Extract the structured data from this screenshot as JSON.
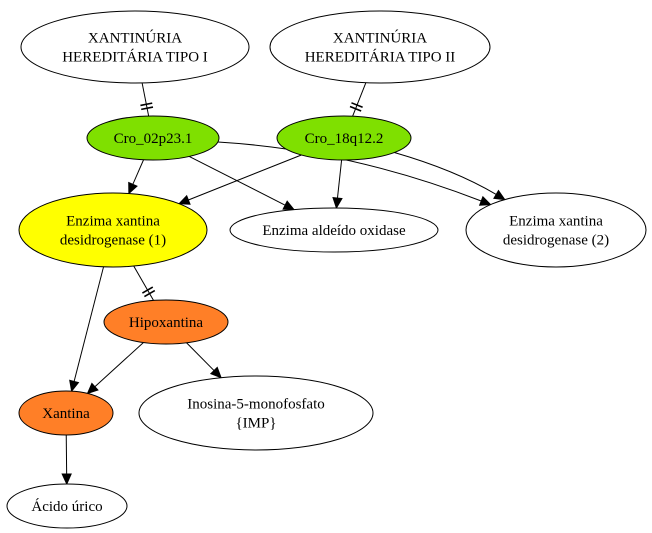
{
  "colors": {
    "gene": "#7fe000",
    "enzyme_highlight": "#ffff00",
    "metabolite": "#ff7f27",
    "default": "#ffffff",
    "stroke": "#000000"
  },
  "nodes": {
    "xant1": {
      "lines": [
        "XANTINÚRIA",
        "HEREDITÁRIA TIPO I"
      ],
      "fill": "default"
    },
    "xant2": {
      "lines": [
        "XANTINÚRIA",
        "HEREDITÁRIA TIPO II"
      ],
      "fill": "default"
    },
    "cro02": {
      "lines": [
        "Cro_02p23.1"
      ],
      "fill": "gene"
    },
    "cro18": {
      "lines": [
        "Cro_18q12.2"
      ],
      "fill": "gene"
    },
    "xdh1": {
      "lines": [
        "Enzima xantina",
        "desidrogenase (1)"
      ],
      "fill": "enzyme_highlight"
    },
    "aox": {
      "lines": [
        "Enzima aldeído oxidase"
      ],
      "fill": "default"
    },
    "xdh2": {
      "lines": [
        "Enzima xantina",
        "desidrogenase (2)"
      ],
      "fill": "default"
    },
    "hipox": {
      "lines": [
        "Hipoxantina"
      ],
      "fill": "metabolite"
    },
    "xant": {
      "lines": [
        "Xantina"
      ],
      "fill": "metabolite"
    },
    "imp": {
      "lines": [
        "Inosina-5-monofosfato",
        "{IMP}"
      ],
      "fill": "default"
    },
    "urico": {
      "lines": [
        "Ácido úrico"
      ],
      "fill": "default"
    }
  },
  "edges": [
    {
      "from": "xant1",
      "to": "cro02",
      "head": "tee"
    },
    {
      "from": "xant2",
      "to": "cro18",
      "head": "tee"
    },
    {
      "from": "cro02",
      "to": "xdh1",
      "head": "arrow"
    },
    {
      "from": "cro02",
      "to": "aox",
      "head": "arrow"
    },
    {
      "from": "cro02",
      "to": "xdh2",
      "head": "arrow"
    },
    {
      "from": "cro18",
      "to": "xdh1",
      "head": "arrow"
    },
    {
      "from": "cro18",
      "to": "aox",
      "head": "arrow"
    },
    {
      "from": "cro18",
      "to": "xdh2",
      "head": "arrow"
    },
    {
      "from": "xdh1",
      "to": "hipox",
      "head": "tee"
    },
    {
      "from": "xdh1",
      "to": "xant",
      "head": "arrow"
    },
    {
      "from": "hipox",
      "to": "xant",
      "head": "arrow"
    },
    {
      "from": "hipox",
      "to": "imp",
      "head": "arrow"
    },
    {
      "from": "xant",
      "to": "urico",
      "head": "arrow"
    }
  ]
}
